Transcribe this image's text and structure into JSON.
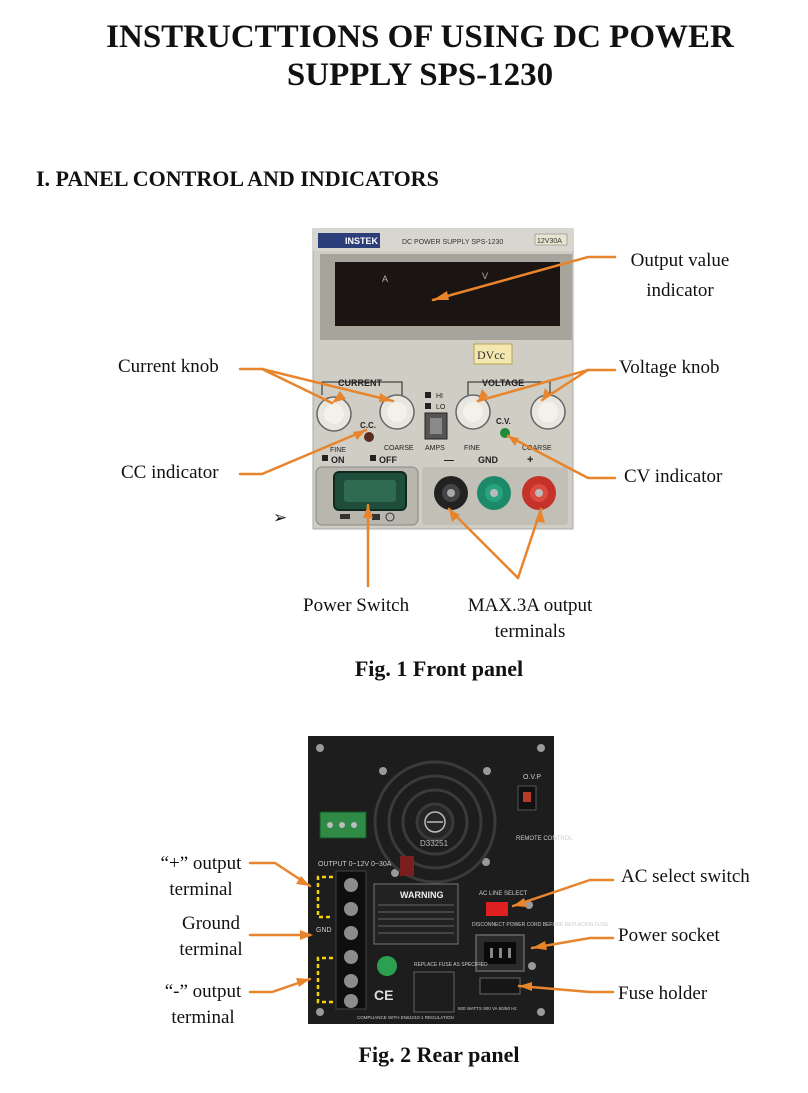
{
  "document": {
    "title_line1": "INSTRUCTTIONS OF USING DC POWER",
    "title_line2": "SUPPLY SPS-1230",
    "section_heading": "I.   PANEL CONTROL AND INDICATORS"
  },
  "front_panel": {
    "caption": "Fig. 1 Front panel",
    "device_text": {
      "brand": "INSTEK",
      "model_line": "DC POWER SUPPLY  SPS-1230",
      "model_badge": "12V30A",
      "display_a": "A",
      "display_v": "V",
      "tag": "DVcc",
      "current_group": "CURRENT",
      "voltage_group": "VOLTAGE",
      "cc": "C.C.",
      "cv": "C.V.",
      "hi": "HI",
      "lo": "LO",
      "amps": "AMPS",
      "fine": "FINE",
      "coarse": "COARSE",
      "on": "ON",
      "off": "OFF",
      "gnd": "GND",
      "minus": "—",
      "plus": "+"
    },
    "labels": {
      "output_value_1": "Output value",
      "output_value_2": "indicator",
      "current_knob": "Current knob",
      "voltage_knob": "Voltage knob",
      "cc_indicator": "CC indicator",
      "cv_indicator": "CV indicator",
      "power_switch": "Power Switch",
      "output_terminals_1": "MAX.3A output",
      "output_terminals_2": "terminals"
    },
    "bullet": "➢"
  },
  "rear_panel": {
    "caption": "Fig. 2 Rear panel",
    "device_text": {
      "ovp": "O.V.P",
      "remote_control": "REMOTE CONTROL",
      "warning": "WARNING",
      "ac_line_select": "AC LINE SELECT",
      "disconnect": "DISCONNECT POWER CORD BEFORE REPLACING FUSE",
      "fan_code": "D33251",
      "output_rating": "OUTPUT 0~12V 0~30A",
      "gnd": "GND",
      "replace_fuse": "REPLACE FUSE AS SPECIFIED",
      "compliance": "COMPLIANCE WITH EN61010-1 REGULATION",
      "ce": "CE",
      "watts": "500 WATTS   900 VA   50/60 Hz"
    },
    "labels": {
      "plus_output_1": "“+” output",
      "plus_output_2": "terminal",
      "ground_1": "Ground",
      "ground_2": "terminal",
      "minus_output_1": "“-” output",
      "minus_output_2": "terminal",
      "ac_select": "AC select switch",
      "power_socket": "Power socket",
      "fuse_holder": "Fuse holder"
    }
  },
  "colors": {
    "arrow": "#e8842c",
    "yellow_dash": "#f2d20a",
    "front_body": "#c9c7bd",
    "rear_body": "#1d1d1d"
  }
}
